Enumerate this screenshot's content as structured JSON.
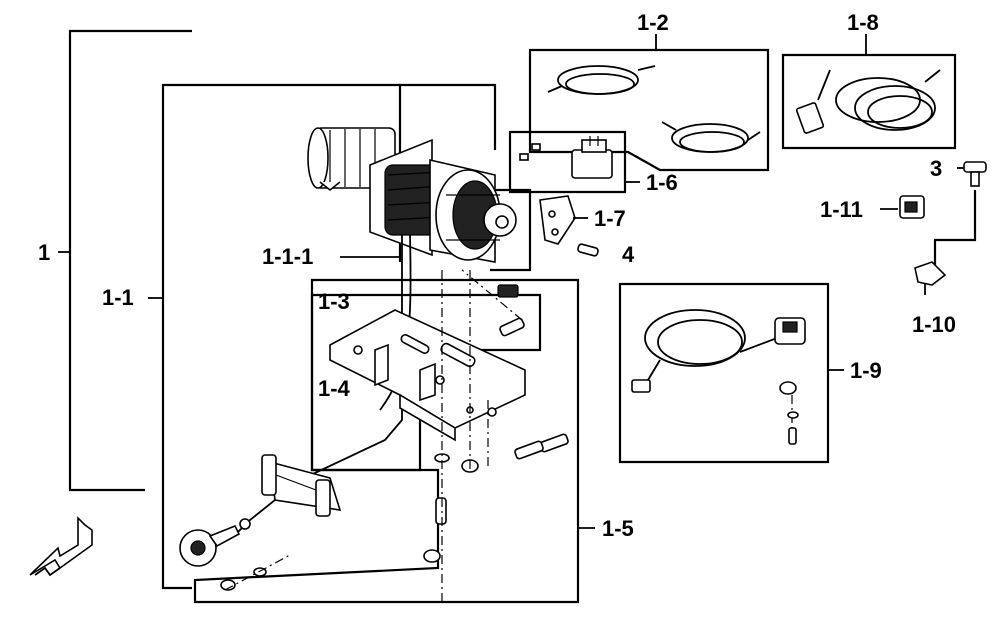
{
  "labels": {
    "l1": "1",
    "l1_1": "1-1",
    "l1_1_1": "1-1-1",
    "l1_2": "1-2",
    "l1_3": "1-3",
    "l1_4": "1-4",
    "l1_5": "1-5",
    "l1_6": "1-6",
    "l1_7": "1-7",
    "l1_8": "1-8",
    "l1_9": "1-9",
    "l1_10": "1-10",
    "l1_11": "1-11",
    "l3": "3",
    "l4": "4"
  },
  "icons": {
    "front_arrow": "front-direction-arrow-icon"
  }
}
